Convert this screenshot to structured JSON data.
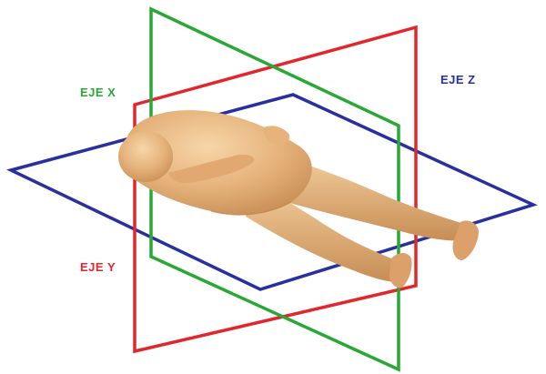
{
  "labels": {
    "x": "EJE X",
    "y": "EJE Y",
    "z": "EJE Z"
  },
  "colors": {
    "x": "#2aa836",
    "y": "#e2262c",
    "z": "#27309e",
    "skin": "#e9b77f",
    "skin_shadow": "#c98f57",
    "background": "#ffffff"
  }
}
